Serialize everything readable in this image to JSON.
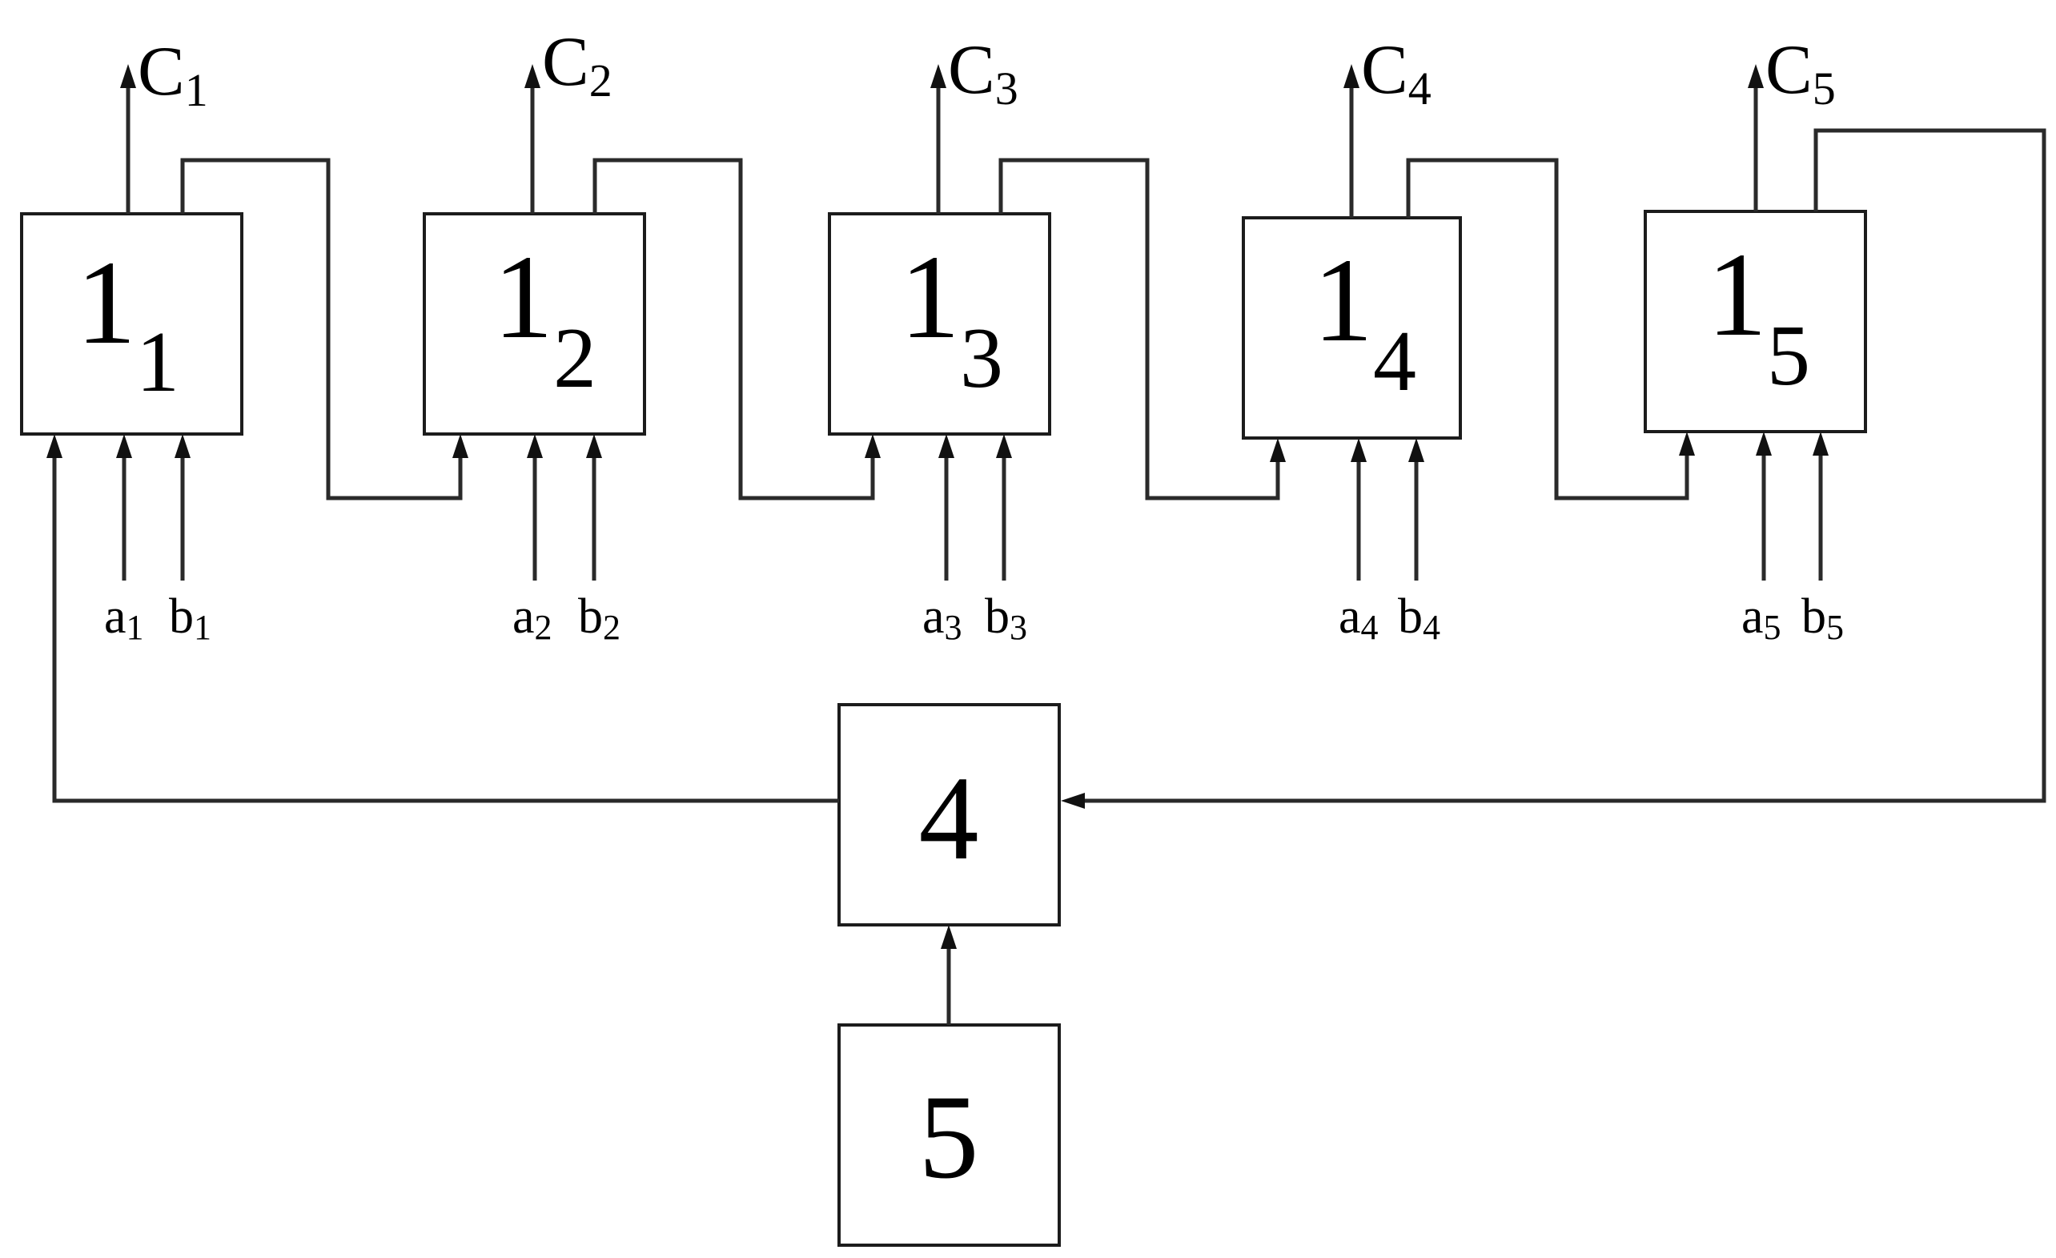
{
  "units": [
    {
      "main": "1",
      "sub": "1",
      "output": {
        "letter": "C",
        "sub": "1"
      },
      "inputs": [
        {
          "letter": "a",
          "sub": "1"
        },
        {
          "letter": "b",
          "sub": "1"
        }
      ]
    },
    {
      "main": "1",
      "sub": "2",
      "output": {
        "letter": "C",
        "sub": "2"
      },
      "inputs": [
        {
          "letter": "a",
          "sub": "2"
        },
        {
          "letter": "b",
          "sub": "2"
        }
      ]
    },
    {
      "main": "1",
      "sub": "3",
      "output": {
        "letter": "C",
        "sub": "3"
      },
      "inputs": [
        {
          "letter": "a",
          "sub": "3"
        },
        {
          "letter": "b",
          "sub": "3"
        }
      ]
    },
    {
      "main": "1",
      "sub": "4",
      "output": {
        "letter": "C",
        "sub": "4"
      },
      "inputs": [
        {
          "letter": "a",
          "sub": "4"
        },
        {
          "letter": "b",
          "sub": "4"
        }
      ]
    },
    {
      "main": "1",
      "sub": "5",
      "output": {
        "letter": "C",
        "sub": "5"
      },
      "inputs": [
        {
          "letter": "a",
          "sub": "5"
        },
        {
          "letter": "b",
          "sub": "5"
        }
      ]
    }
  ],
  "block4": {
    "label": "4"
  },
  "block5": {
    "label": "5"
  }
}
